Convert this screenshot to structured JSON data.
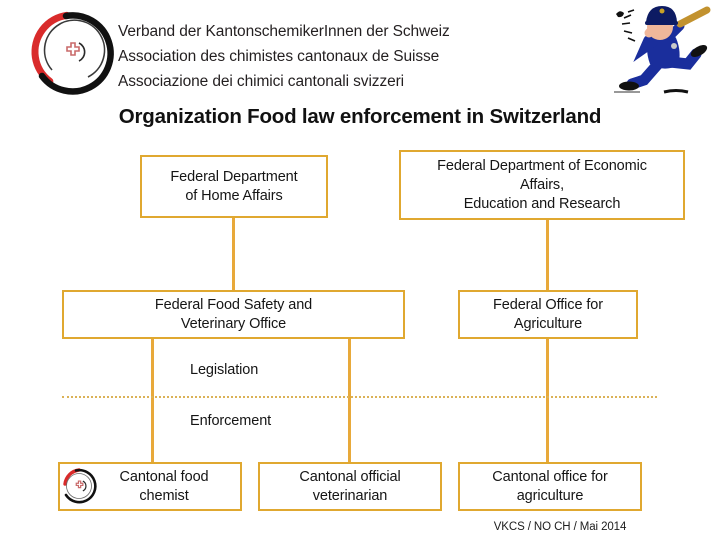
{
  "header": {
    "logo_name": "vkcs-circular-logo",
    "lines": [
      "Verband der KantonschemikerInnen der Schweiz",
      "Association des chimistes cantonaux de Suisse",
      "Associazione dei chimici cantonali svizzeri"
    ],
    "mascot_name": "running-policeman-illustration"
  },
  "title": "Organization Food law enforcement in Switzerland",
  "chart_data": {
    "type": "diagram",
    "title": "Organization Food law enforcement in Switzerland",
    "accent_color": "#e0a830",
    "connector_color": "#e8a93a",
    "divider_color": "#dbb257",
    "zones": [
      {
        "id": "legislation",
        "label": "Legislation"
      },
      {
        "id": "enforcement",
        "label": "Enforcement"
      }
    ],
    "nodes": [
      {
        "id": "home-affairs",
        "label": "Federal Department\nof Home Affairs",
        "level": 1,
        "zone": "legislation"
      },
      {
        "id": "economic-affairs",
        "label": "Federal Department of Economic\nAffairs,\nEducation and Research",
        "level": 1,
        "zone": "legislation"
      },
      {
        "id": "food-safety-vet-office",
        "label": "Federal Food Safety and\nVeterinary Office",
        "level": 2,
        "zone": "legislation"
      },
      {
        "id": "office-agriculture",
        "label": "Federal Office for\nAgriculture",
        "level": 2,
        "zone": "legislation"
      },
      {
        "id": "cantonal-food-chemist",
        "label": "Cantonal food\nchemist",
        "level": 3,
        "zone": "enforcement",
        "badge": "vkcs-circular-logo"
      },
      {
        "id": "cantonal-official-veterinarian",
        "label": "Cantonal official\nveterinarian",
        "level": 3,
        "zone": "enforcement"
      },
      {
        "id": "cantonal-office-agriculture",
        "label": "Cantonal office for\nagriculture",
        "level": 3,
        "zone": "enforcement"
      }
    ],
    "edges": [
      {
        "from": "home-affairs",
        "to": "food-safety-vet-office"
      },
      {
        "from": "economic-affairs",
        "to": "office-agriculture"
      },
      {
        "from": "food-safety-vet-office",
        "to": "cantonal-food-chemist"
      },
      {
        "from": "food-safety-vet-office",
        "to": "cantonal-official-veterinarian"
      },
      {
        "from": "office-agriculture",
        "to": "cantonal-office-agriculture"
      }
    ]
  },
  "footer": "VKCS / NO CH / Mai 2014"
}
